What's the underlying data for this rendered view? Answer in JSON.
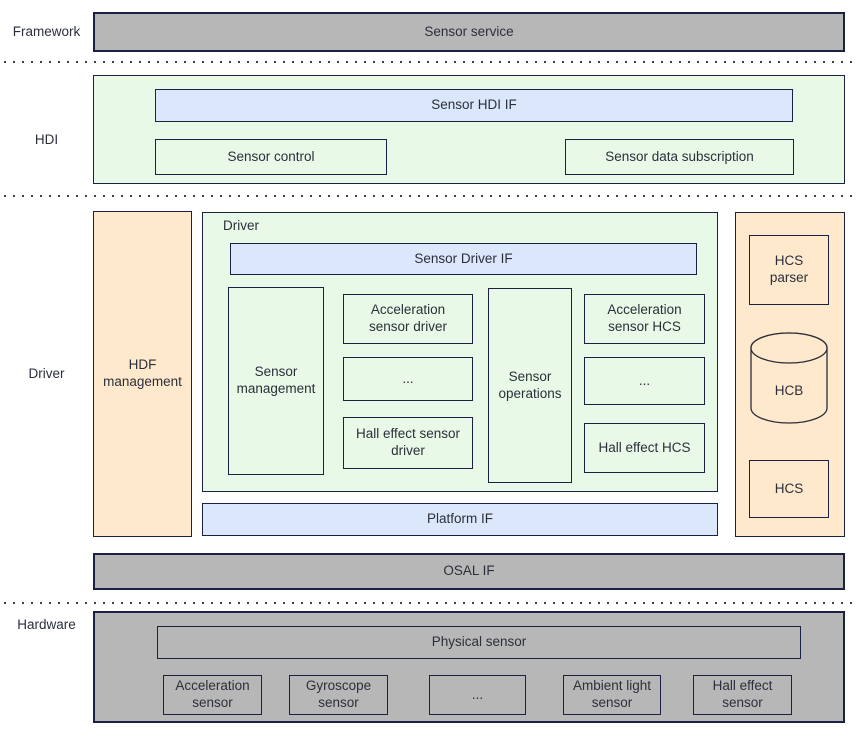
{
  "diagram": {
    "framework": {
      "layer_label": "Framework",
      "sensor_service": "Sensor service"
    },
    "hdi": {
      "layer_label": "HDI",
      "sensor_hdi_if": "Sensor HDI IF",
      "sensor_control": "Sensor control",
      "sensor_data_subscription": "Sensor data subscription"
    },
    "driver": {
      "layer_label": "Driver",
      "hdf_management": "HDF management",
      "driver_box_title": "Driver",
      "sensor_driver_if": "Sensor Driver IF",
      "sensor_management": "Sensor management",
      "sensor_operations": "Sensor operations",
      "sensor_drivers": [
        "Acceleration sensor driver",
        "...",
        "Hall effect sensor driver"
      ],
      "sensor_hcs": [
        "Acceleration sensor HCS",
        "...",
        "Hall effect HCS"
      ],
      "platform_if": "Platform IF",
      "hcs_parser": "HCS parser",
      "hcb": "HCB",
      "hcs": "HCS",
      "osal_if": "OSAL IF"
    },
    "hardware": {
      "layer_label": "Hardware",
      "physical_sensor": "Physical sensor",
      "sensors": [
        "Acceleration sensor",
        "Gyroscope sensor",
        "...",
        "Ambient light sensor",
        "Hall effect sensor"
      ]
    }
  },
  "colors": {
    "layer_gray": "#b7b7b7",
    "light_green": "#e8f9e8",
    "light_blue": "#dbe8fc",
    "light_orange": "#ffe9cd",
    "border_navy": "#1a2145",
    "text": "#2b2f3a",
    "background": "#ffffff"
  }
}
